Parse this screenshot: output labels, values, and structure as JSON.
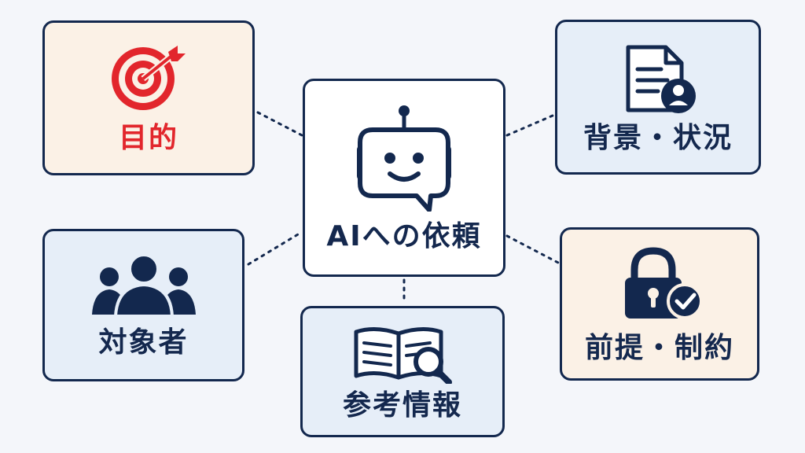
{
  "diagram": {
    "center": {
      "label": "AIへの依頼",
      "icon": "robot-chat-icon"
    },
    "nodes": [
      {
        "key": "purpose",
        "label": "目的",
        "icon": "target-icon",
        "label_color": "#e2262c"
      },
      {
        "key": "background",
        "label": "背景・状況",
        "icon": "document-person-icon"
      },
      {
        "key": "audience",
        "label": "対象者",
        "icon": "people-group-icon"
      },
      {
        "key": "reference",
        "label": "参考情報",
        "icon": "book-search-icon"
      },
      {
        "key": "constraints",
        "label": "前提・制約",
        "icon": "lock-check-icon"
      }
    ]
  },
  "colors": {
    "navy": "#13284e",
    "accent_red": "#e2262c",
    "warm_fill": "#fbf1e6",
    "cool_fill": "#e6eef8",
    "canvas": "#f4f6fa"
  }
}
